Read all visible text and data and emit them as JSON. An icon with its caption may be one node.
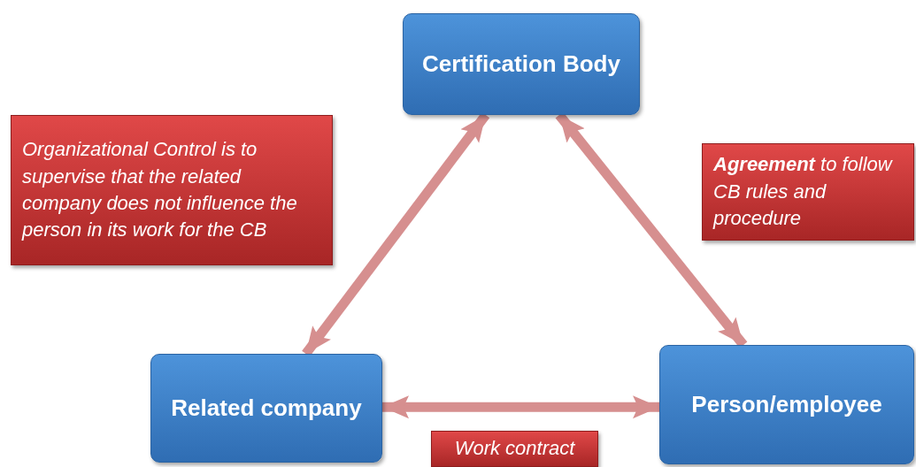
{
  "diagram": {
    "nodes": [
      {
        "text": [
          "Certification Body"
        ]
      },
      {
        "text": [
          "Organizational Control is to supervise that the related company does not influence the person in its work for the CB"
        ]
      },
      {
        "text": [
          "**Agreement** to follow CB rules and procedure"
        ]
      },
      {
        "text": [
          "Related company"
        ]
      },
      {
        "text": [
          "Person/employee"
        ]
      },
      {
        "text": [
          "Work contract"
        ]
      }
    ],
    "edges": [
      {
        "from": 3,
        "to": 0,
        "arrow": "both"
      },
      {
        "from": 0,
        "to": 4,
        "arrow": "both"
      },
      {
        "from": 3,
        "to": 4,
        "arrow": "both"
      }
    ]
  }
}
